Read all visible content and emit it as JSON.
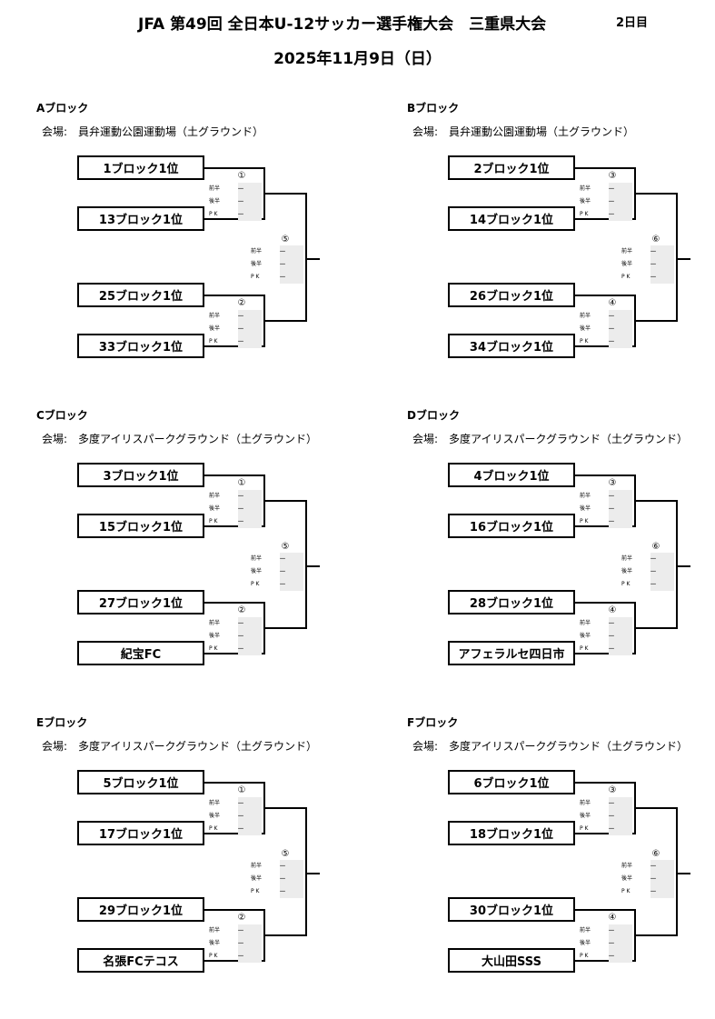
{
  "header": {
    "title": "JFA 第49回 全日本U-12サッカー選手権大会　三重県大会",
    "day": "2日目",
    "date": "2025年11月9日（日）"
  },
  "labels": {
    "first_half": "前半",
    "second_half": "後半",
    "pk": "P K",
    "dash": "－"
  },
  "blocks": [
    {
      "title": "Aブロック",
      "venue": "会場:　員弁運動公園運動場（土グラウンド）",
      "teams": [
        "1ブロック1位",
        "13ブロック1位",
        "25ブロック1位",
        "33ブロック1位"
      ],
      "m1": "①",
      "m2": "②",
      "m3": "⑤"
    },
    {
      "title": "Bブロック",
      "venue": "会場:　員弁運動公園運動場（土グラウンド）",
      "teams": [
        "2ブロック1位",
        "14ブロック1位",
        "26ブロック1位",
        "34ブロック1位"
      ],
      "m1": "③",
      "m2": "④",
      "m3": "⑥"
    },
    {
      "title": "Cブロック",
      "venue": "会場:　多度アイリスパークグラウンド（土グラウンド）",
      "teams": [
        "3ブロック1位",
        "15ブロック1位",
        "27ブロック1位",
        "紀宝FC"
      ],
      "m1": "①",
      "m2": "②",
      "m3": "⑤"
    },
    {
      "title": "Dブロック",
      "venue": "会場:　多度アイリスパークグラウンド（土グラウンド）",
      "teams": [
        "4ブロック1位",
        "16ブロック1位",
        "28ブロック1位",
        "アフェラルセ四日市"
      ],
      "m1": "③",
      "m2": "④",
      "m3": "⑥"
    },
    {
      "title": "Eブロック",
      "venue": "会場:　多度アイリスパークグラウンド（土グラウンド）",
      "teams": [
        "5ブロック1位",
        "17ブロック1位",
        "29ブロック1位",
        "名張FCテコス"
      ],
      "m1": "①",
      "m2": "②",
      "m3": "⑤"
    },
    {
      "title": "Fブロック",
      "venue": "会場:　多度アイリスパークグラウンド（土グラウンド）",
      "teams": [
        "6ブロック1位",
        "18ブロック1位",
        "30ブロック1位",
        "大山田SSS"
      ],
      "m1": "③",
      "m2": "④",
      "m3": "⑥"
    }
  ]
}
